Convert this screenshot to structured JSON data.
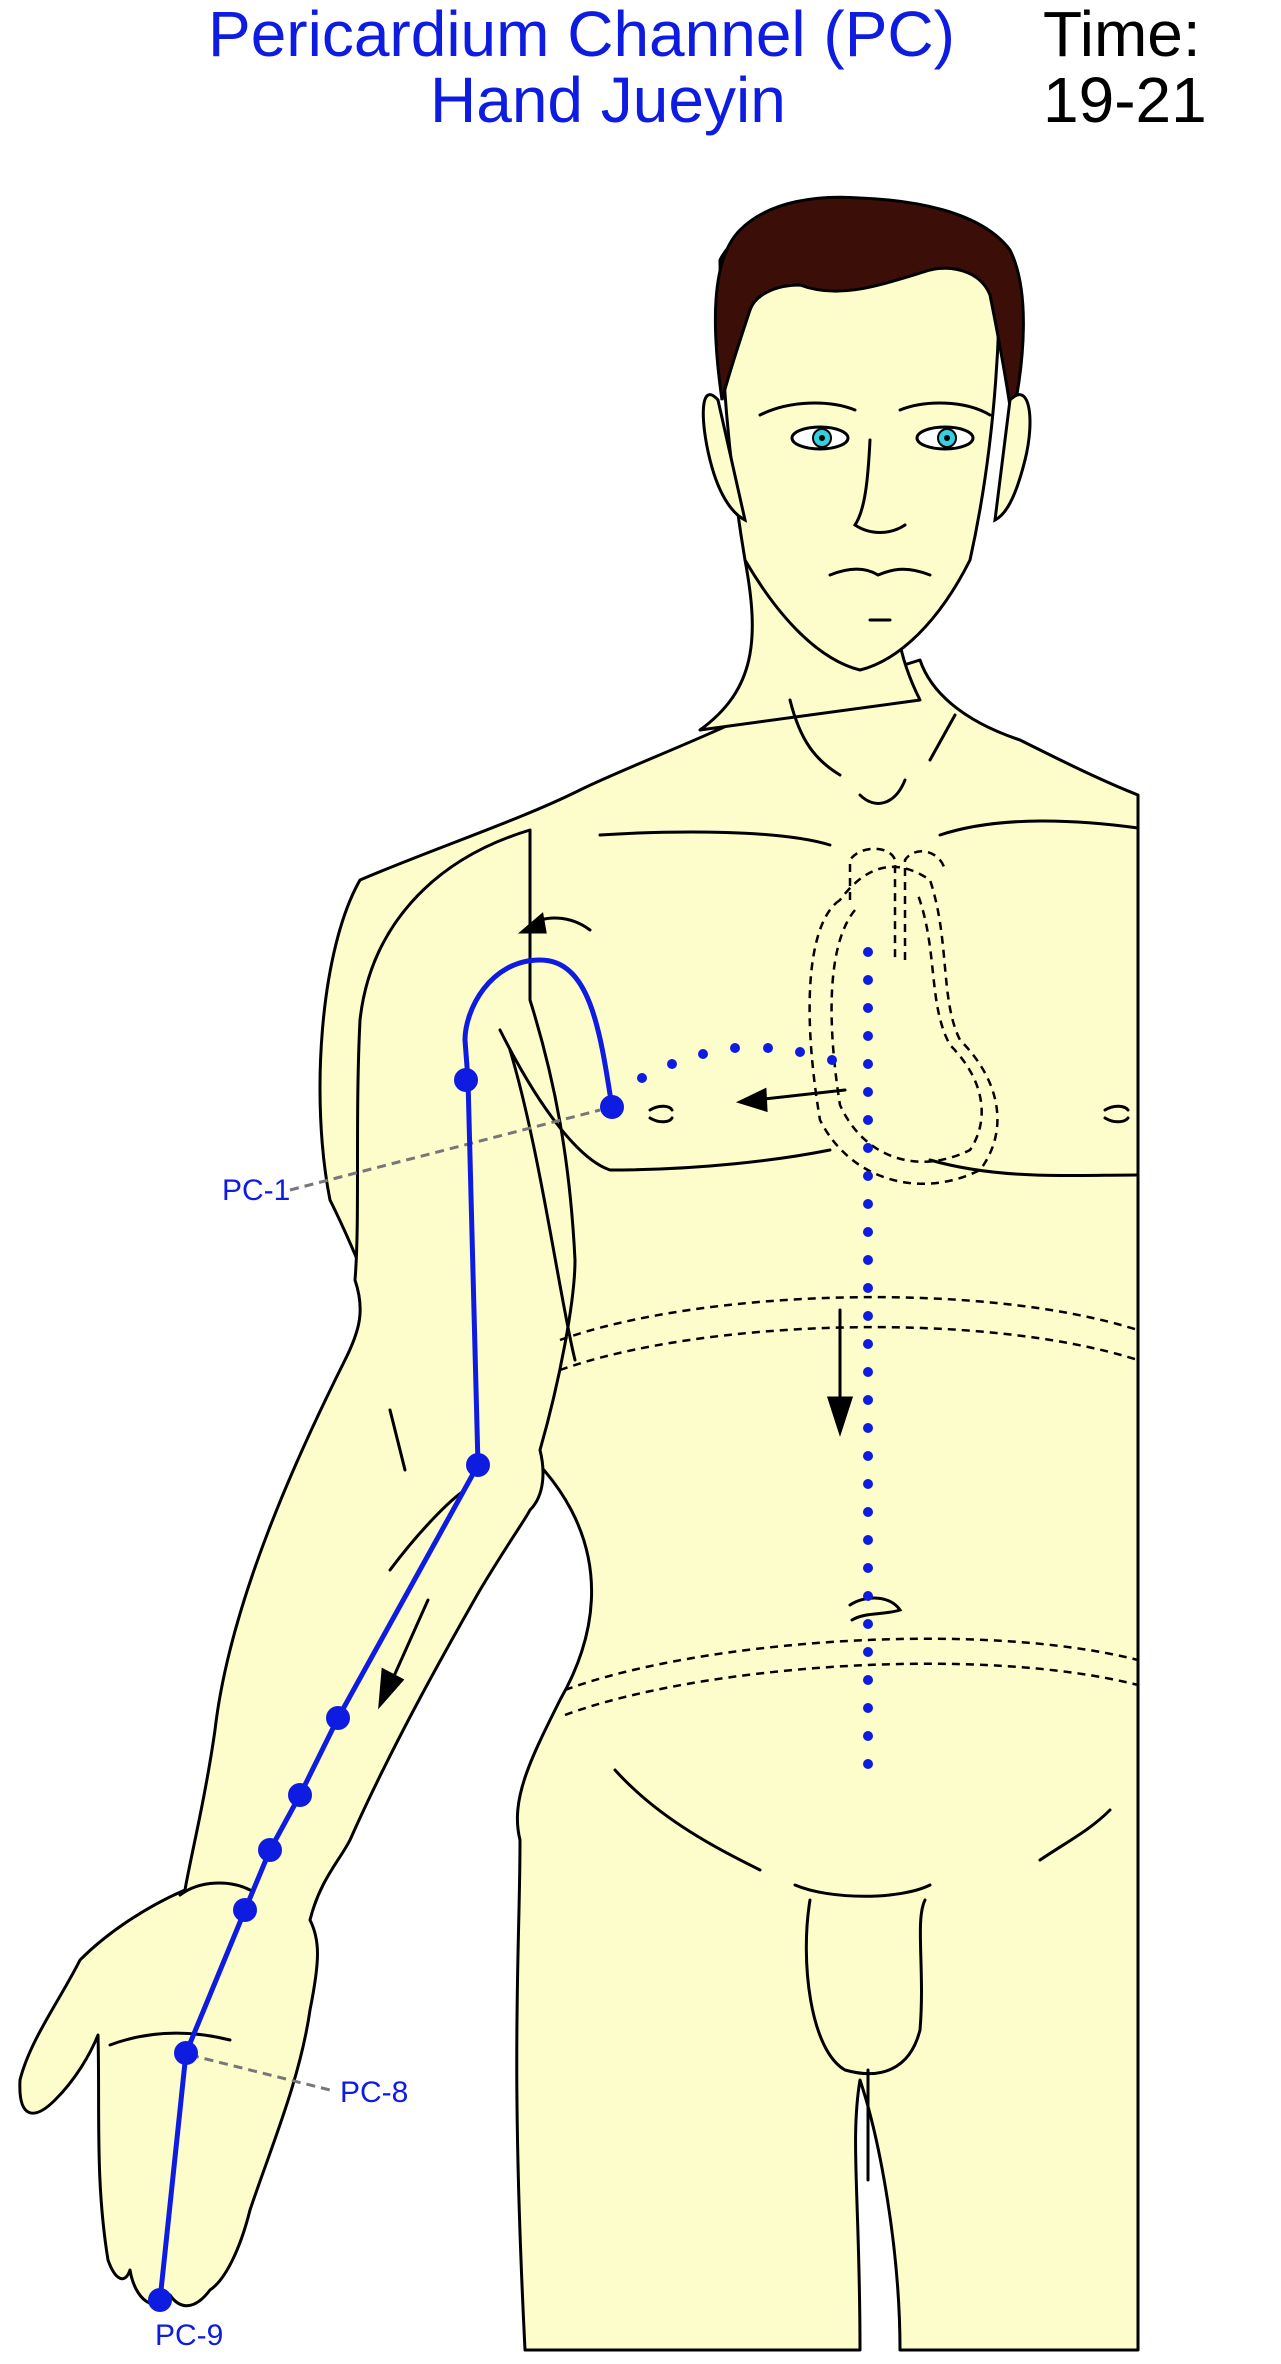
{
  "title": {
    "line1": "Pericardium Channel (PC)",
    "line2": "Hand Jueyin",
    "time_label": "Time:",
    "time_value": "19-21"
  },
  "points": {
    "pc1": "PC-1",
    "pc8": "PC-8",
    "pc9": "PC-9"
  },
  "colors": {
    "channel": "#0d1ce0",
    "skin": "#fdfccb",
    "hair": "#3b0e08",
    "iris": "#35d0e0",
    "outline": "#000000",
    "leader": "#777777"
  }
}
